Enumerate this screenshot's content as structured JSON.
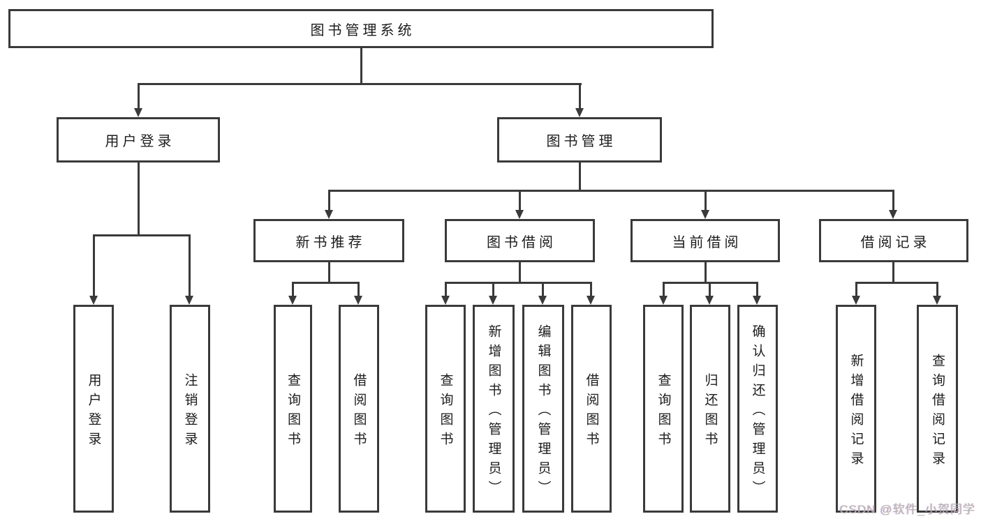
{
  "diagram": {
    "title": "图书管理系统",
    "root": "图书管理系统",
    "login_branch": {
      "label": "用户登录",
      "children": [
        "用户登录",
        "注销登录"
      ]
    },
    "mgmt_branch": {
      "label": "图书管理",
      "sections": [
        {
          "label": "新书推荐",
          "children": [
            "查询图书",
            "借阅图书"
          ]
        },
        {
          "label": "图书借阅",
          "children": [
            "查询图书",
            "新增图书（管理员）",
            "编辑图书（管理员）",
            "借阅图书"
          ]
        },
        {
          "label": "当前借阅",
          "children": [
            "查询图书",
            "归还图书",
            "确认归还（管理员）"
          ]
        },
        {
          "label": "借阅记录",
          "children": [
            "新增借阅记录",
            "查询借阅记录"
          ]
        }
      ]
    },
    "colors": {
      "line": "#3a3a3a",
      "text": "#1c1c1c",
      "background": "#ffffff",
      "watermark": "#b3b3b3"
    }
  },
  "watermark": {
    "text": "CSDN @软件_小贺同学"
  }
}
